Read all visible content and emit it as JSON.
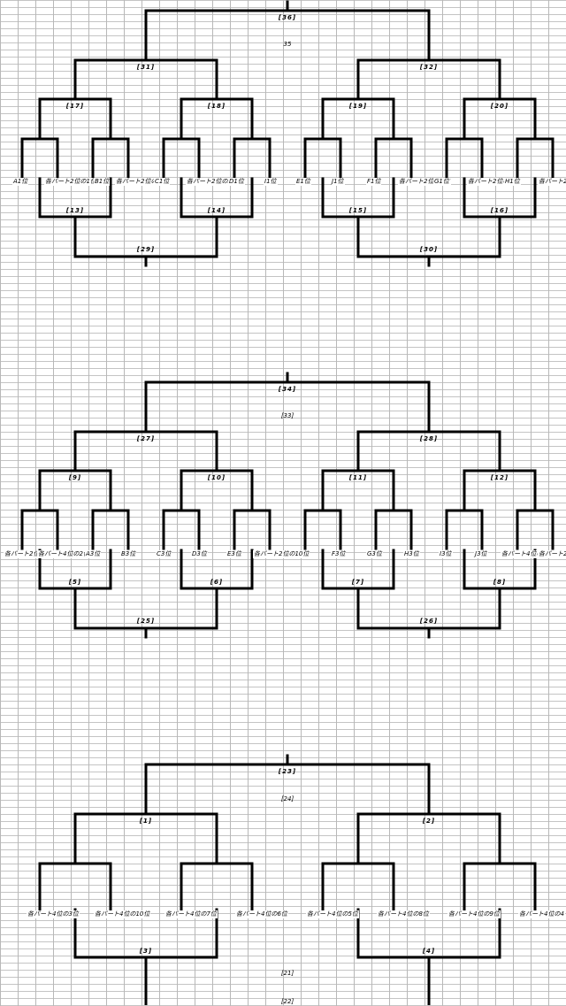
{
  "sections": [
    {
      "matches": [
        {
          "label": "[36]"
        },
        {
          "label": "[31]"
        },
        {
          "label": "[32]"
        },
        {
          "label": "[17]"
        },
        {
          "label": "[18]"
        },
        {
          "label": "[19]"
        },
        {
          "label": "[20]"
        },
        {
          "label": "[13]"
        },
        {
          "label": "[14]"
        },
        {
          "label": "[15]"
        },
        {
          "label": "[16]"
        },
        {
          "label": "[29]"
        },
        {
          "label": "[30]"
        }
      ],
      "middle_labels": [
        "35"
      ],
      "slots": [
        "A1位",
        "各パート2位の1位",
        "B1位",
        "各パート2位の2位",
        "C1位",
        "各パート2位の3位",
        "D1位",
        "I1位",
        "E1位",
        "J1位",
        "F1位",
        "各パート2位の4位",
        "G1位",
        "各パート2位の2位",
        "H1位",
        "各パート2"
      ]
    },
    {
      "matches": [
        {
          "label": "[34]"
        },
        {
          "label": "[27]"
        },
        {
          "label": "[28]"
        },
        {
          "label": "[9]"
        },
        {
          "label": "[10]"
        },
        {
          "label": "[11]"
        },
        {
          "label": "[12]"
        },
        {
          "label": "[5]"
        },
        {
          "label": "[6]"
        },
        {
          "label": "[7]"
        },
        {
          "label": "[8]"
        },
        {
          "label": "[25]"
        },
        {
          "label": "[26]"
        }
      ],
      "middle_labels": [
        "[33]"
      ],
      "slots": [
        "各パート2位の",
        "各パート4位の2位",
        "A3位",
        "B3位",
        "C3位",
        "D3位",
        "E3位",
        "各パート2位の10位",
        "F3位",
        "G3位",
        "H3位",
        "I3位",
        "J3位",
        "各パート4位の1位",
        "各パート2"
      ]
    },
    {
      "matches": [
        {
          "label": "[23]"
        },
        {
          "label": "[1]"
        },
        {
          "label": "[2]"
        },
        {
          "label": "[3]"
        },
        {
          "label": "[4]"
        }
      ],
      "middle_labels": [
        "[24]",
        "[21]",
        "[22]"
      ],
      "slots": [
        "各パート4位の3位",
        "各パート4位の10位",
        "各パート4位の7位",
        "各パート4位の6位",
        "各パート4位の5位",
        "各パート4位の8位",
        "各パート4位の9位",
        "各パート4位の4"
      ]
    }
  ]
}
